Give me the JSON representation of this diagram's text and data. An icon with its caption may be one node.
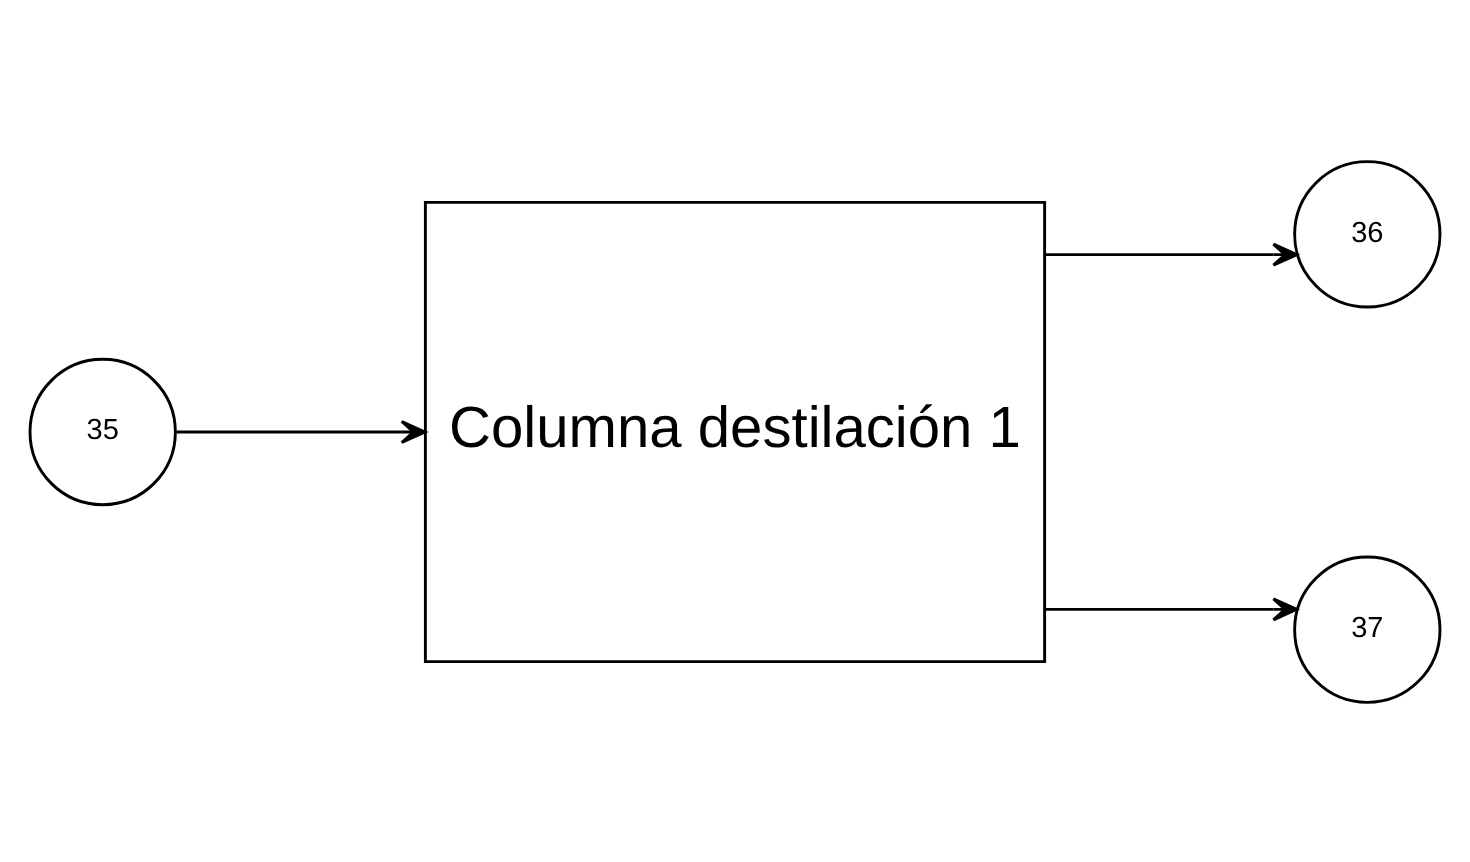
{
  "diagram": {
    "nodes": [
      {
        "text": [
          "35"
        ]
      },
      {
        "text": [
          "Columna destilación 1"
        ]
      },
      {
        "text": [
          "36"
        ]
      },
      {
        "text": [
          "37"
        ]
      }
    ],
    "edges": [
      {
        "from": 0,
        "to": 1,
        "arrow": "to"
      },
      {
        "from": 1,
        "to": 2,
        "arrow": "to"
      },
      {
        "from": 1,
        "to": 3,
        "arrow": "to"
      }
    ]
  }
}
